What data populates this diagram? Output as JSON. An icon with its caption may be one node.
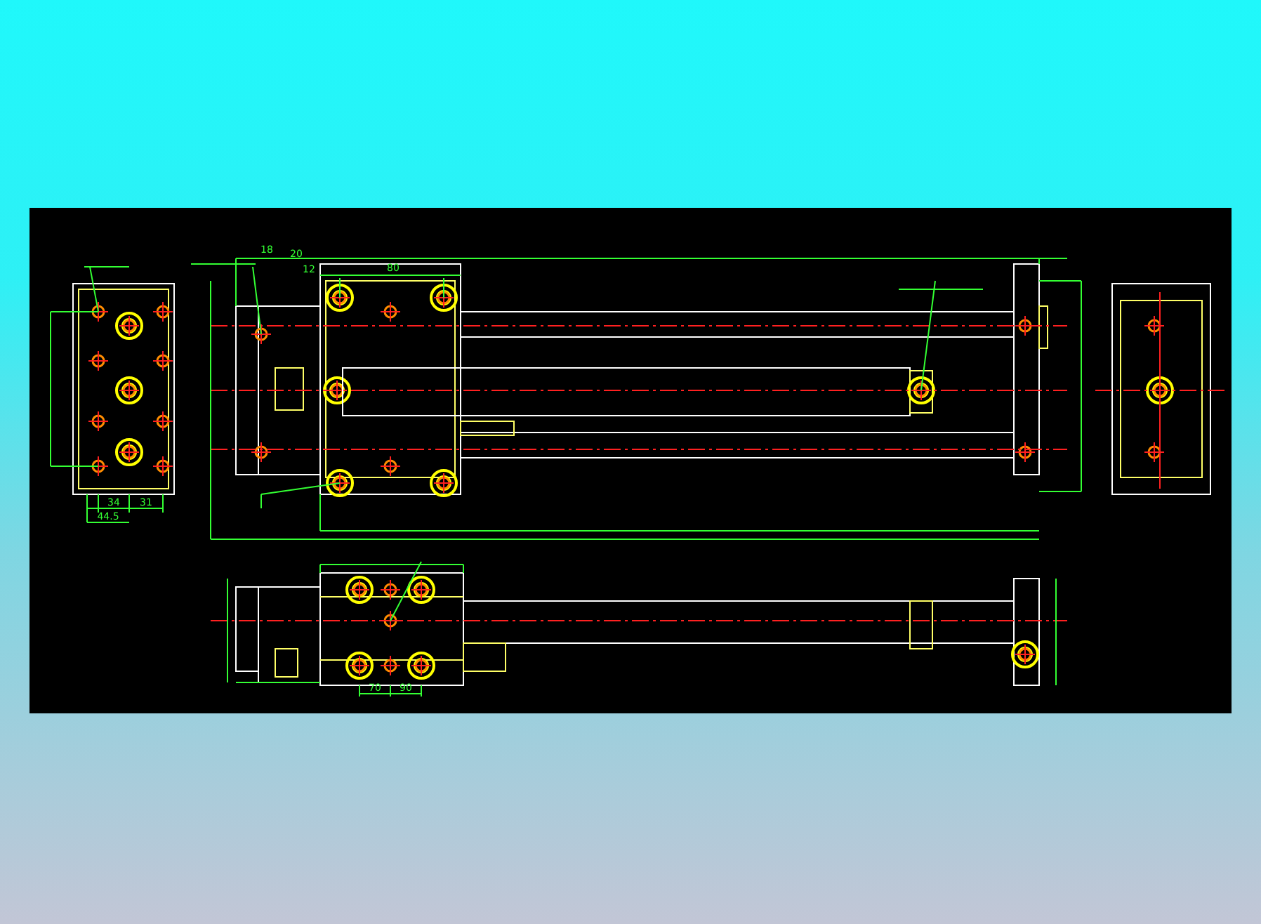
{
  "diagram": {
    "labels": [
      "18",
      "20",
      "12",
      "80",
      "34",
      "31",
      "44.5",
      "70",
      "90"
    ]
  }
}
